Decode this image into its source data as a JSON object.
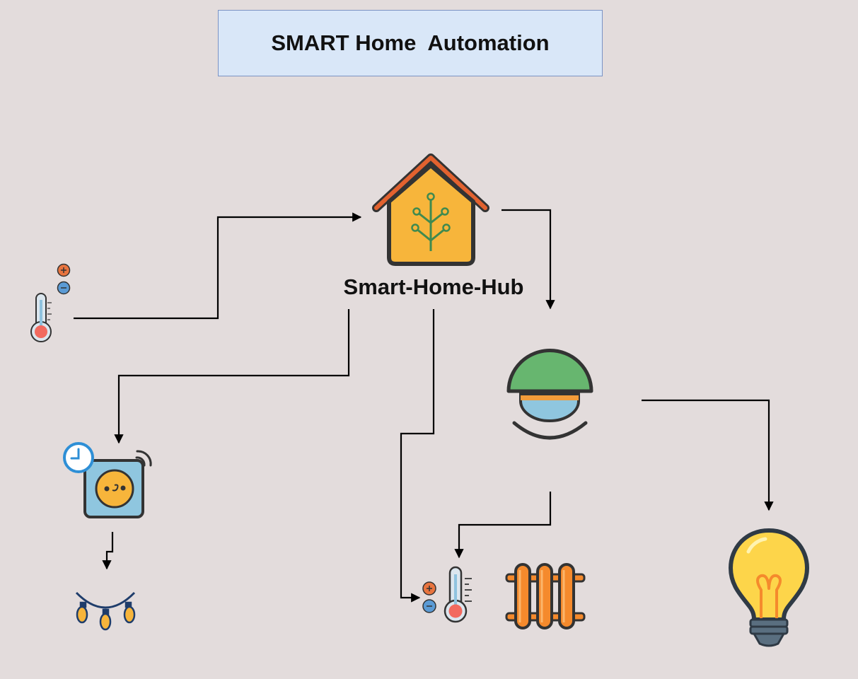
{
  "title": "SMART Home  Automation",
  "hub": {
    "label": "Smart-Home-Hub"
  },
  "nodes": [
    {
      "id": "thermostat-sensor",
      "icon": "thermometer-icon"
    },
    {
      "id": "smart-home-hub",
      "icon": "house-hub-icon"
    },
    {
      "id": "motion-sensor",
      "icon": "motion-sensor-icon"
    },
    {
      "id": "smart-plug",
      "icon": "smart-plug-timer-icon"
    },
    {
      "id": "string-lights",
      "icon": "string-lights-icon"
    },
    {
      "id": "thermostat-control",
      "icon": "thermometer-icon"
    },
    {
      "id": "radiator",
      "icon": "radiator-icon"
    },
    {
      "id": "light-bulb",
      "icon": "light-bulb-icon"
    }
  ],
  "colors": {
    "background": "#e3dcdc",
    "title_fill": "#d9e7f8",
    "title_border": "#7b93c4",
    "hub_roof": "#e2622f",
    "hub_body": "#f7b53b",
    "sensor_dome": "#67b66f",
    "bulb": "#fdd54a",
    "radiator": "#f58a2c"
  }
}
